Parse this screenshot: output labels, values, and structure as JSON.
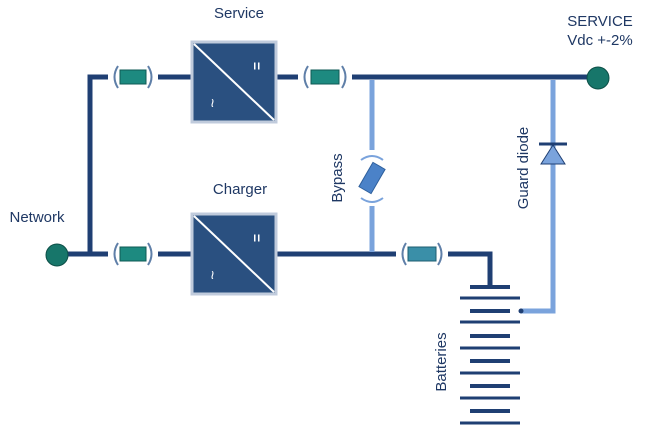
{
  "labels": {
    "service": "Service",
    "charger": "Charger",
    "network": "Network",
    "bypass": "Bypass",
    "guard_diode": "Guard diode",
    "batteries": "Batteries",
    "output_line1": "SERVICE",
    "output_line2": "Vdc +-2%"
  },
  "converter_symbol": {
    "dc": "=",
    "ac": "~"
  },
  "colors": {
    "main_line": "#1f3f73",
    "secondary_line": "#7aa3dc",
    "terminal": "#17766a",
    "fuse": "#1d8a80",
    "box_fill": "#2a5080",
    "text": "#1f3864"
  }
}
